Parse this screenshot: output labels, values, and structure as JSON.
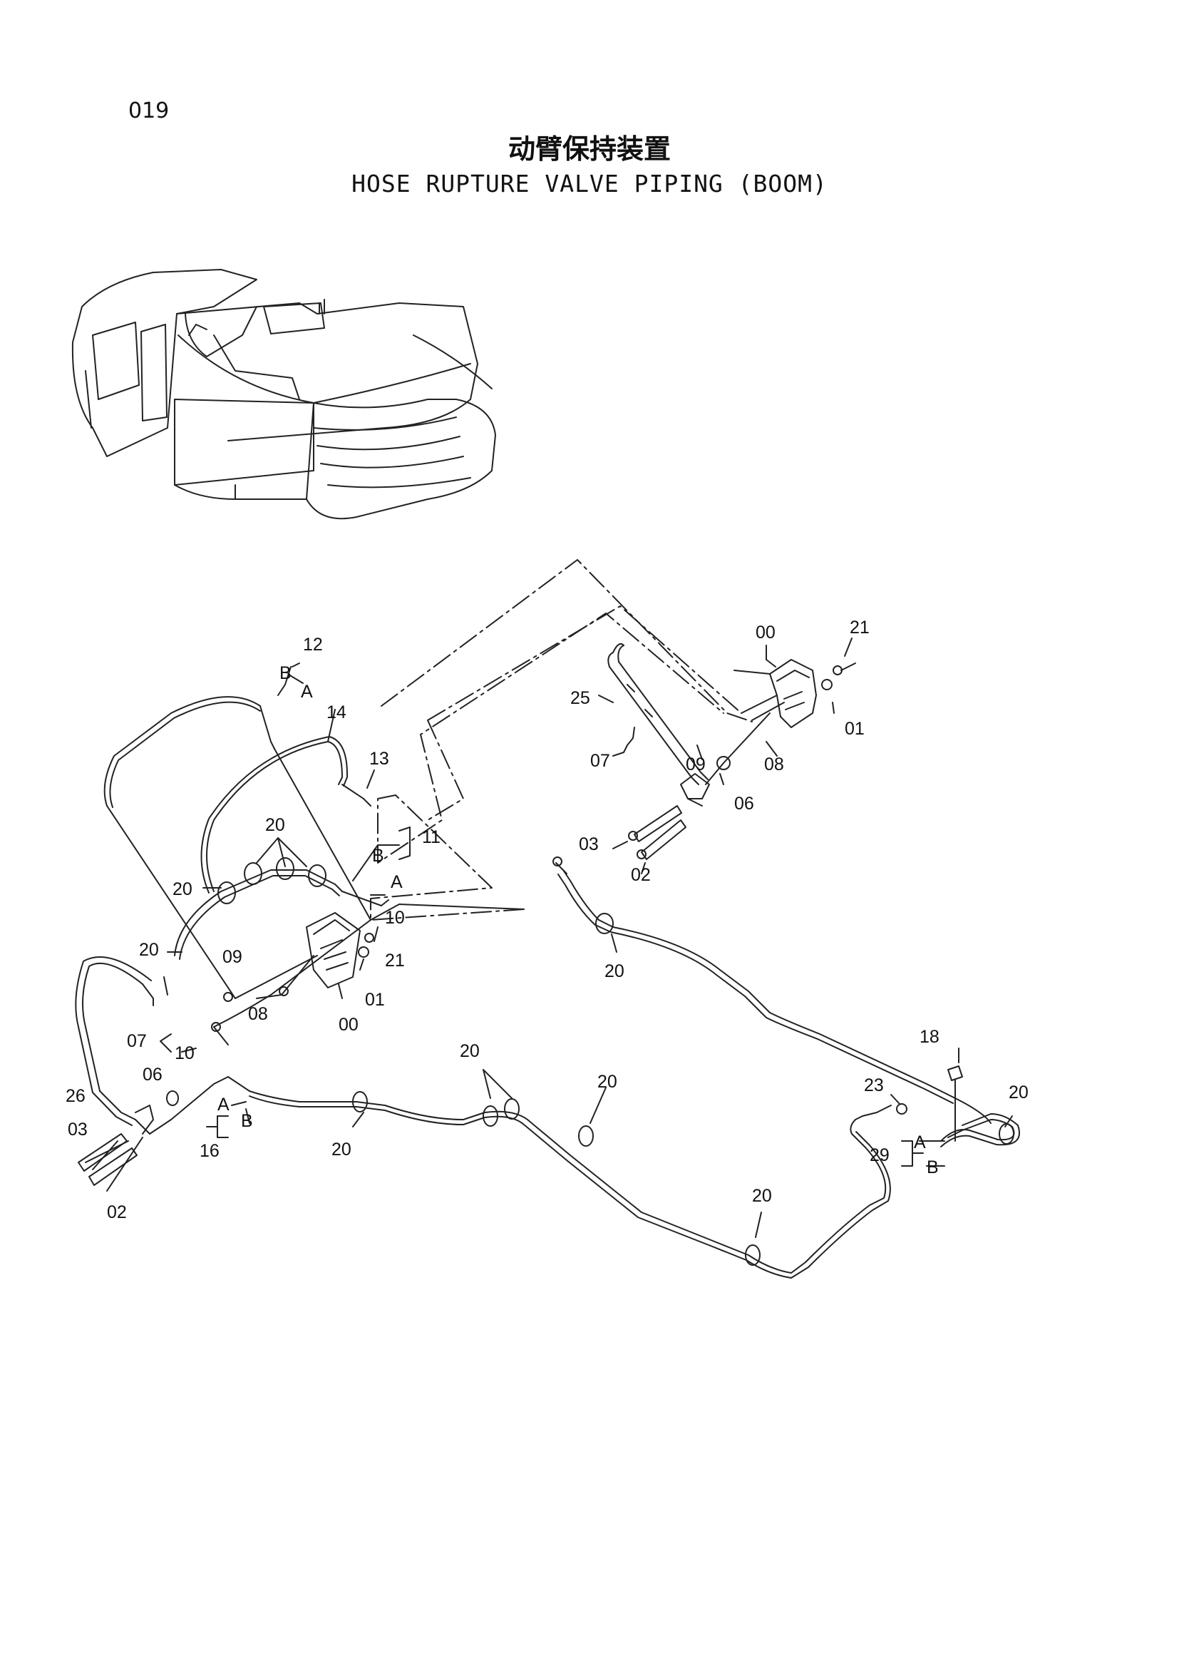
{
  "page": {
    "number": "019"
  },
  "title": {
    "chinese": "动臂保持装置",
    "english": "HOSE RUPTURE VALVE PIPING (BOOM)"
  },
  "callouts": {
    "c12": "12",
    "cB12": "B",
    "cA12": "A",
    "c14": "14",
    "c13": "13",
    "c11": "11",
    "cB11": "B",
    "cA11": "A",
    "c10a": "10",
    "c20a": "20",
    "c20b": "20",
    "c20c": "20",
    "c09a": "09",
    "c08a": "08",
    "c00a": "00",
    "c01a": "01",
    "c21a": "21",
    "c07a": "07",
    "c10b": "10",
    "c06a": "06",
    "c26": "26",
    "c03a": "03",
    "c02a": "02",
    "cA16": "A",
    "cB16": "B",
    "c16": "16",
    "c20d": "20",
    "c20e": "20",
    "c20f": "20",
    "c20g": "20",
    "c20h": "20",
    "c00b": "00",
    "c21b": "21",
    "c01b": "01",
    "c08b": "08",
    "c09b": "09",
    "c06b": "06",
    "c25": "25",
    "c07b": "07",
    "c03b": "03",
    "c02b": "02",
    "c18": "18",
    "c23": "23",
    "c20i": "20",
    "c29": "29",
    "cA29": "A",
    "cB29": "B"
  }
}
